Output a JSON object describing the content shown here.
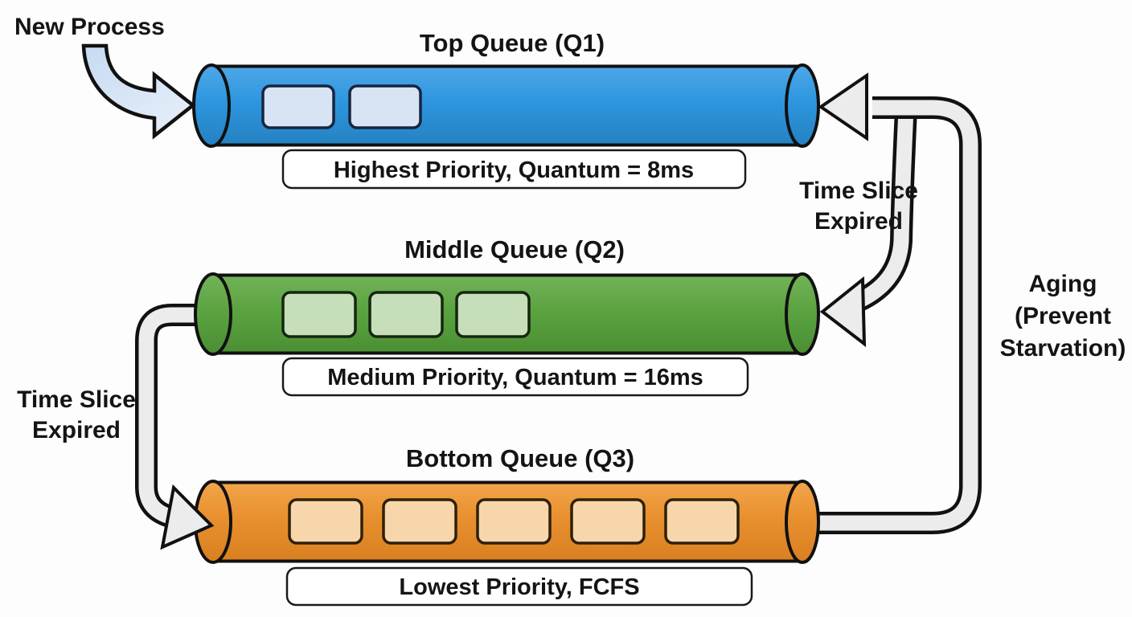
{
  "diagram": {
    "type": "multilevel-feedback-queue-scheduling",
    "background_color": "#fdfdfd",
    "arrow_pipe_color": "#ececec",
    "new_process_arrow_color": "#d8e5f6"
  },
  "queues": [
    {
      "title": "Top Queue (Q1)",
      "label": "Highest Priority, Quantum = 8ms",
      "color": "#2e96de",
      "process_box_color": "#d8e4f4",
      "process_count": 2
    },
    {
      "title": "Middle Queue (Q2)",
      "label": "Medium Priority, Quantum = 16ms",
      "color": "#5ba341",
      "process_box_color": "#c6dfba",
      "process_count": 3
    },
    {
      "title": "Bottom Queue (Q3)",
      "label": "Lowest Priority, FCFS",
      "color": "#e8902f",
      "process_box_color": "#f8d6ab",
      "process_count": 5
    }
  ],
  "annotations": {
    "new_process": "New Process",
    "time_slice_right": {
      "line1": "Time Slice",
      "line2": "Expired"
    },
    "time_slice_left": {
      "line1": "Time Slice",
      "line2": "Expired"
    },
    "aging": {
      "line1": "Aging",
      "line2": "(Prevent",
      "line3": "Starvation)"
    }
  }
}
